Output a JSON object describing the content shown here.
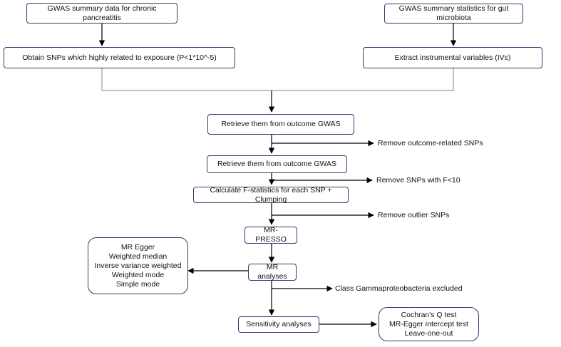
{
  "nodes": {
    "gwas_pancreatitis": "GWAS summary data for chronic pancreatitis",
    "gwas_microbiota": "GWAS summary statistics for gut microbiota",
    "obtain_snps": "Obtain SNPs  which highly related to exposure (P<1*10^-5)",
    "extract_ivs": "Extract instrumental variables (IVs)",
    "retrieve_1": "Retrieve them from outcome GWAS",
    "retrieve_2": "Retrieve them from outcome GWAS",
    "calc_f": "Calculate F-statistics for each SNP + Clumping",
    "mr_presso": "MR-PRESSO",
    "mr_analyses": "MR analyses",
    "sensitivity": "Sensitivity analyses"
  },
  "methods": [
    "MR Egger",
    "Weighted median",
    "Inverse variance weighted",
    "Weighted mode",
    "Simple mode"
  ],
  "sensitivity_tests": [
    "Cochran's Q test",
    "MR-Egger intercept test",
    "Leave-one-out"
  ],
  "side_labels": {
    "remove_outcome": "Remove outcome-related SNPs",
    "remove_f": "Remove SNPs with F<10",
    "remove_outlier": "Remove outlier SNPs",
    "class_excluded": "Class Gammaproteobacteria excluded"
  }
}
